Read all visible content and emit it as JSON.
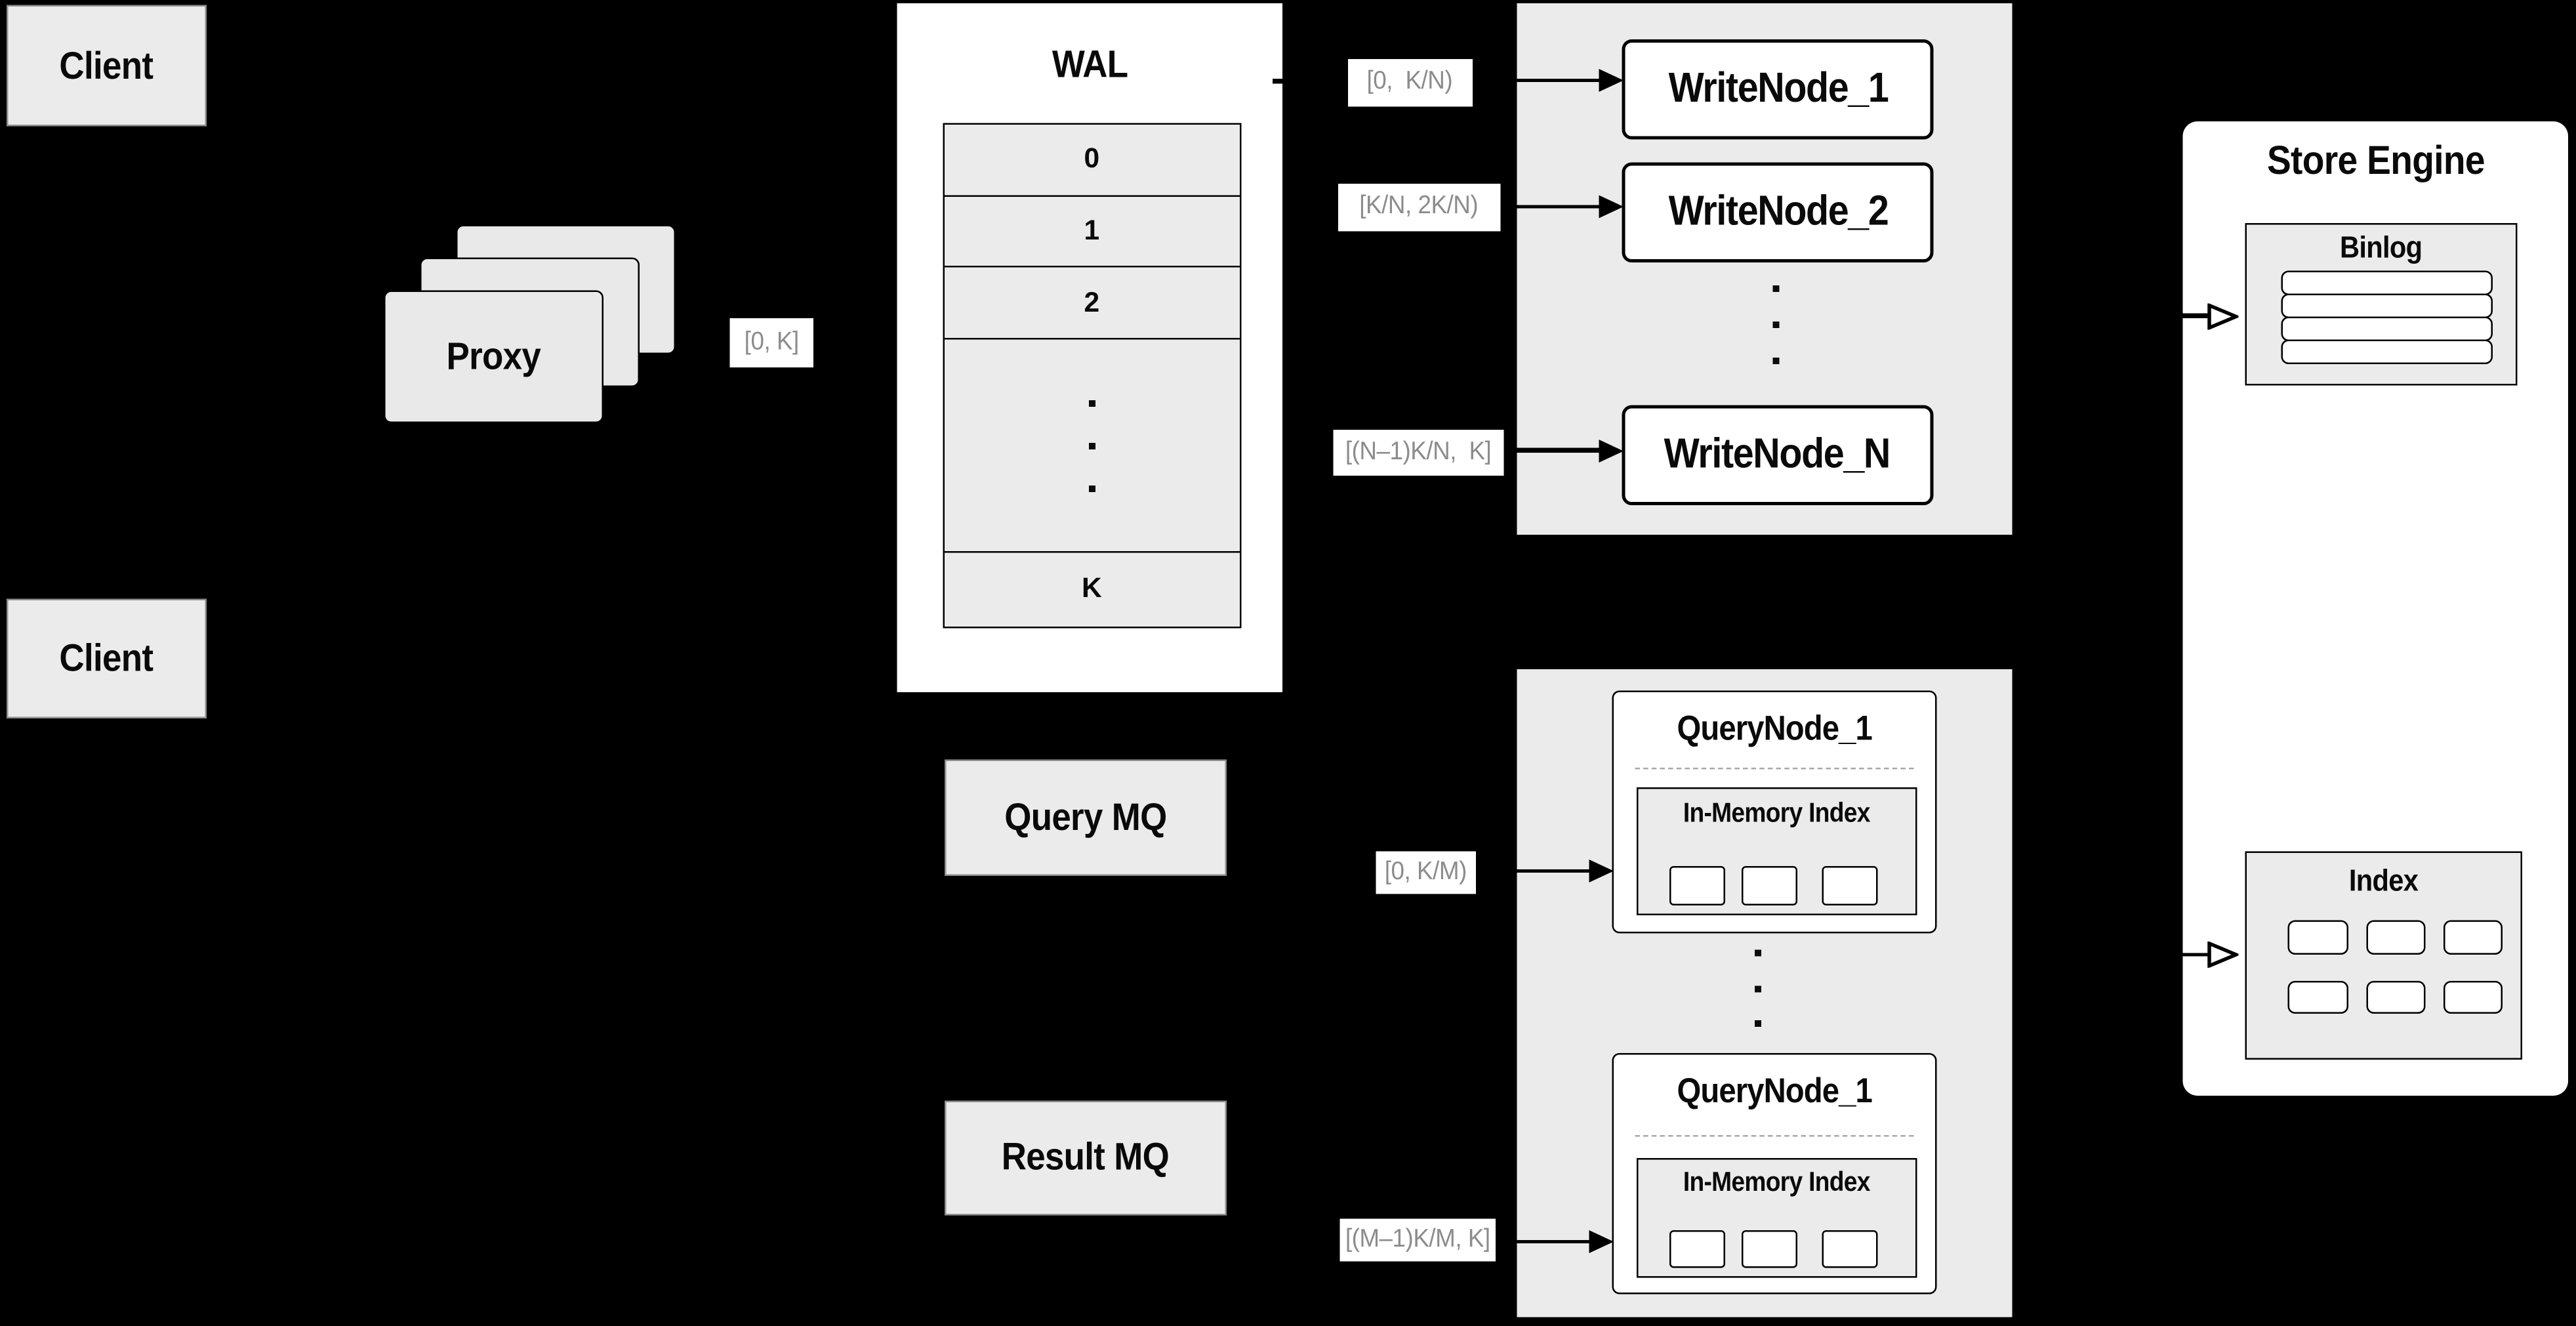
{
  "diagram": {
    "clients": {
      "top": "Client",
      "bottom": "Client"
    },
    "proxy": {
      "title": "Proxy"
    },
    "wal": {
      "title": "WAL",
      "segments": [
        "0",
        "1",
        "2"
      ],
      "last": "K"
    },
    "labels": {
      "proxy_wal": "[0, K]",
      "write_1": "[0,  K/N)",
      "write_2": "[K/N, 2K/N)",
      "write_n": "[(N–1)K/N,  K]",
      "query_1": "[0, K/M)",
      "query_m": "[(M–1)K/M, K]"
    },
    "write_nodes": {
      "n1": "WriteNode_1",
      "n2": "WriteNode_2",
      "nn": "WriteNode_N"
    },
    "query_nodes": {
      "top": {
        "title": "QueryNode_1",
        "inner": "In-Memory Index"
      },
      "bottom": {
        "title": "QueryNode_1",
        "inner": "In-Memory Index"
      }
    },
    "mq": {
      "query": "Query MQ",
      "result": "Result MQ"
    },
    "store": {
      "title": "Store Engine",
      "binlog": "Binlog",
      "index": "Index"
    }
  }
}
